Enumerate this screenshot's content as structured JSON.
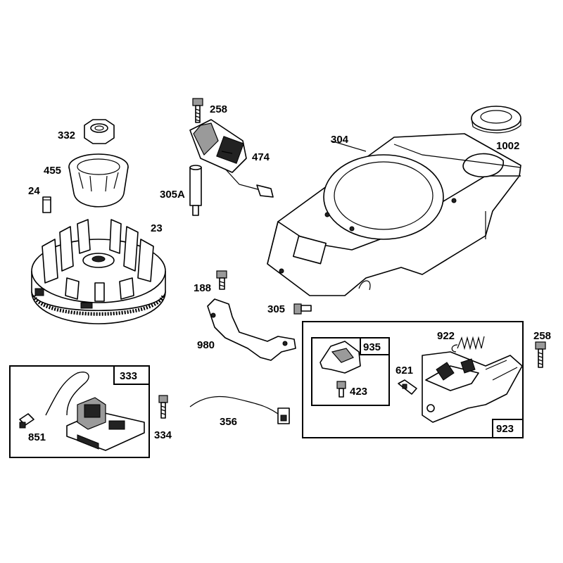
{
  "labels": {
    "l258_top": "258",
    "l332": "332",
    "l474": "474",
    "l304": "304",
    "l1002": "1002",
    "l455": "455",
    "l24": "24",
    "l305a": "305A",
    "l23": "23",
    "l188": "188",
    "l305": "305",
    "l922": "922",
    "l258_right": "258",
    "l935": "935",
    "l980": "980",
    "l333": "333",
    "l423": "423",
    "l621": "621",
    "l851": "851",
    "l334": "334",
    "l356": "356",
    "l923": "923"
  }
}
